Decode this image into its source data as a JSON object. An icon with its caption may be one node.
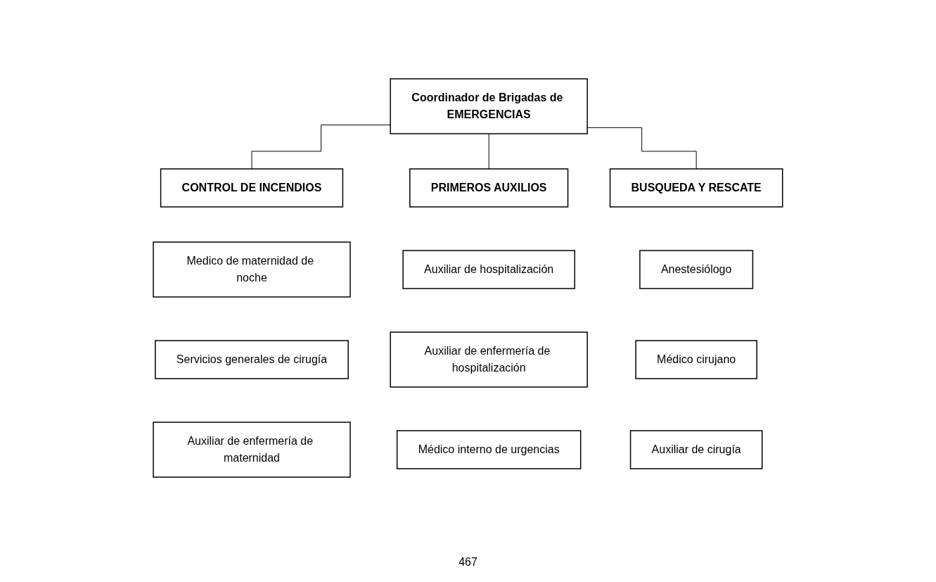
{
  "diagram": {
    "nodes": [
      {
        "text": [
          "Coordinador de Brigadas de EMERGENCIAS"
        ]
      },
      {
        "text": [
          "CONTROL DE INCENDIOS"
        ]
      },
      {
        "text": [
          "PRIMEROS AUXILIOS"
        ]
      },
      {
        "text": [
          "BUSQUEDA Y RESCATE"
        ]
      },
      {
        "text": [
          "Medico de maternidad de noche"
        ]
      },
      {
        "text": [
          "Auxiliar de hospitalización"
        ]
      },
      {
        "text": [
          "Anestesiólogo"
        ]
      },
      {
        "text": [
          "Servicios generales de cirugía"
        ]
      },
      {
        "text": [
          "Auxiliar de enfermería de hospitalización"
        ]
      },
      {
        "text": [
          "Médico cirujano"
        ]
      },
      {
        "text": [
          "Auxiliar de enfermería de maternidad"
        ]
      },
      {
        "text": [
          "Médico interno de urgencias"
        ]
      },
      {
        "text": [
          "Auxiliar de cirugía"
        ]
      }
    ],
    "edges": [
      {
        "from": 0,
        "to": 1,
        "arrow": "none"
      },
      {
        "from": 0,
        "to": 2,
        "arrow": "none"
      },
      {
        "from": 0,
        "to": 3,
        "arrow": "none"
      }
    ],
    "labels": [
      "467"
    ]
  }
}
